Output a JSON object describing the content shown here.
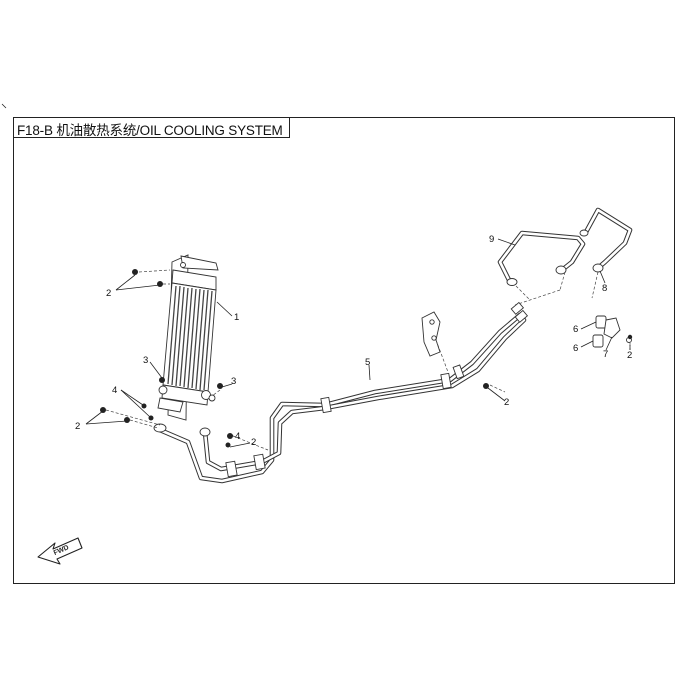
{
  "title": "F18-B 机油散热系统/OIL COOLING SYSTEM",
  "direction_label": "FWD",
  "callouts": {
    "c1": "1",
    "c2a": "2",
    "c2b": "2",
    "c2c": "2",
    "c2d": "2",
    "c2e": "2",
    "c3a": "3",
    "c3b": "3",
    "c4a": "4",
    "c4b": "4",
    "c5": "5",
    "c6a": "6",
    "c6b": "6",
    "c7": "7",
    "c8": "8",
    "c9": "9"
  }
}
